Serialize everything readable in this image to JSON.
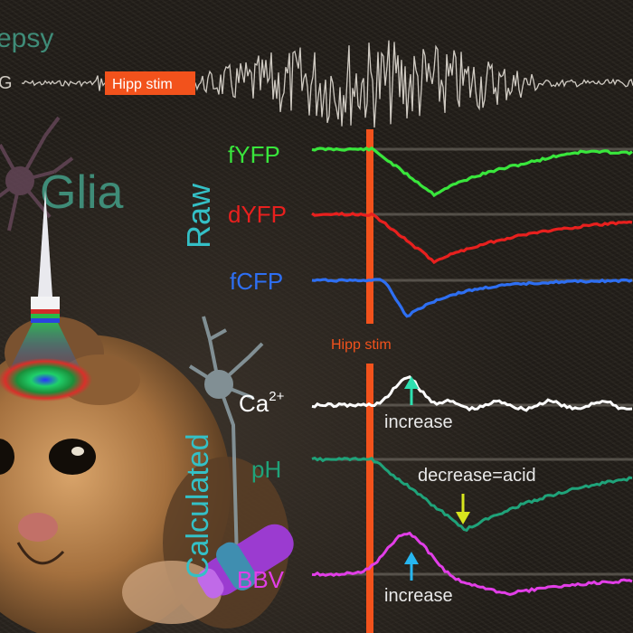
{
  "header": {
    "title_fragment": "epsy",
    "eeg_fragment": "G"
  },
  "stim_label_top": "Hipp stim",
  "stim_label_mid": "Hipp stim",
  "glia_label": "Glia",
  "raw_label": "Raw",
  "calculated_label": "Calculated",
  "traces": {
    "fYFP": {
      "label": "fYFP",
      "color": "#39e63c"
    },
    "dYFP": {
      "label": "dYFP",
      "color": "#e8201e"
    },
    "fCFP": {
      "label": "fCFP",
      "color": "#2e6ff2"
    },
    "ca": {
      "label_main": "Ca",
      "label_sup": "2+",
      "color": "#ffffff"
    },
    "pH": {
      "label": "pH",
      "color": "#1fa37a"
    },
    "BBV": {
      "label": "BBV",
      "color": "#e23ee8"
    }
  },
  "annotations": {
    "ca_increase": "increase",
    "ph_decrease": "decrease=acid",
    "bbv_increase": "increase"
  },
  "colors": {
    "stim_bar": "#f2521c",
    "eeg": "#cfcac2",
    "baseline": "#7c776f",
    "glia_text": "#3f8c78",
    "raw_text": "#34c0c6",
    "arrow_green": "#2ee0b0",
    "arrow_yellow": "#d8e61e",
    "arrow_blue": "#27b6f0"
  }
}
